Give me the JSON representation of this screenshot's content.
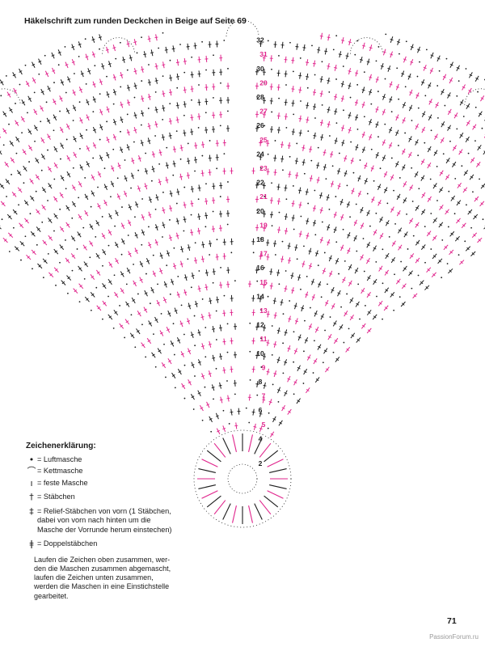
{
  "header": {
    "title": "Häkelschrift zum runden Deckchen in Beige auf Seite 69"
  },
  "diagram": {
    "round_labels": [
      "2",
      "4",
      "5",
      "6",
      "7",
      "8",
      "9",
      "10",
      "11",
      "12",
      "13",
      "14",
      "15",
      "16",
      "17",
      "18",
      "19",
      "20",
      "21",
      "22",
      "23",
      "24",
      "25",
      "26",
      "27",
      "28",
      "29",
      "30",
      "31",
      "32"
    ],
    "colors": {
      "magenta": "#e0248c",
      "black": "#1c1c1c"
    }
  },
  "legend": {
    "heading": "Zeichenerklärung:",
    "items": [
      {
        "icon": "dot-chain-icon",
        "text": "= Luftmasche"
      },
      {
        "icon": "arc-slipstitch-icon",
        "text": "= Kettmasche"
      },
      {
        "icon": "bar-singlecrochet-icon",
        "text": "= feste Masche"
      },
      {
        "icon": "cross-doublecrochet-icon",
        "text": "= Stäbchen"
      },
      {
        "icon": "hook-cross-icon",
        "text": "= Relief-Stäbchen von vorn (1 Stäbchen,\ndabei von vorn nach hinten um die\nMasche der Vorrunde herum einstechen)"
      },
      {
        "icon": "double-cross-icon",
        "text": "= Doppelstäbchen"
      }
    ],
    "note": "Laufen die Zeichen oben zusammen, wer-\nden die Maschen zusammen abgemascht,\nlaufen die Zeichen unten zusammen,\nwerden die Maschen in eine Einstichstelle\ngearbeitet."
  },
  "footer": {
    "page_number": "71",
    "watermark": "PassionForum.ru"
  }
}
